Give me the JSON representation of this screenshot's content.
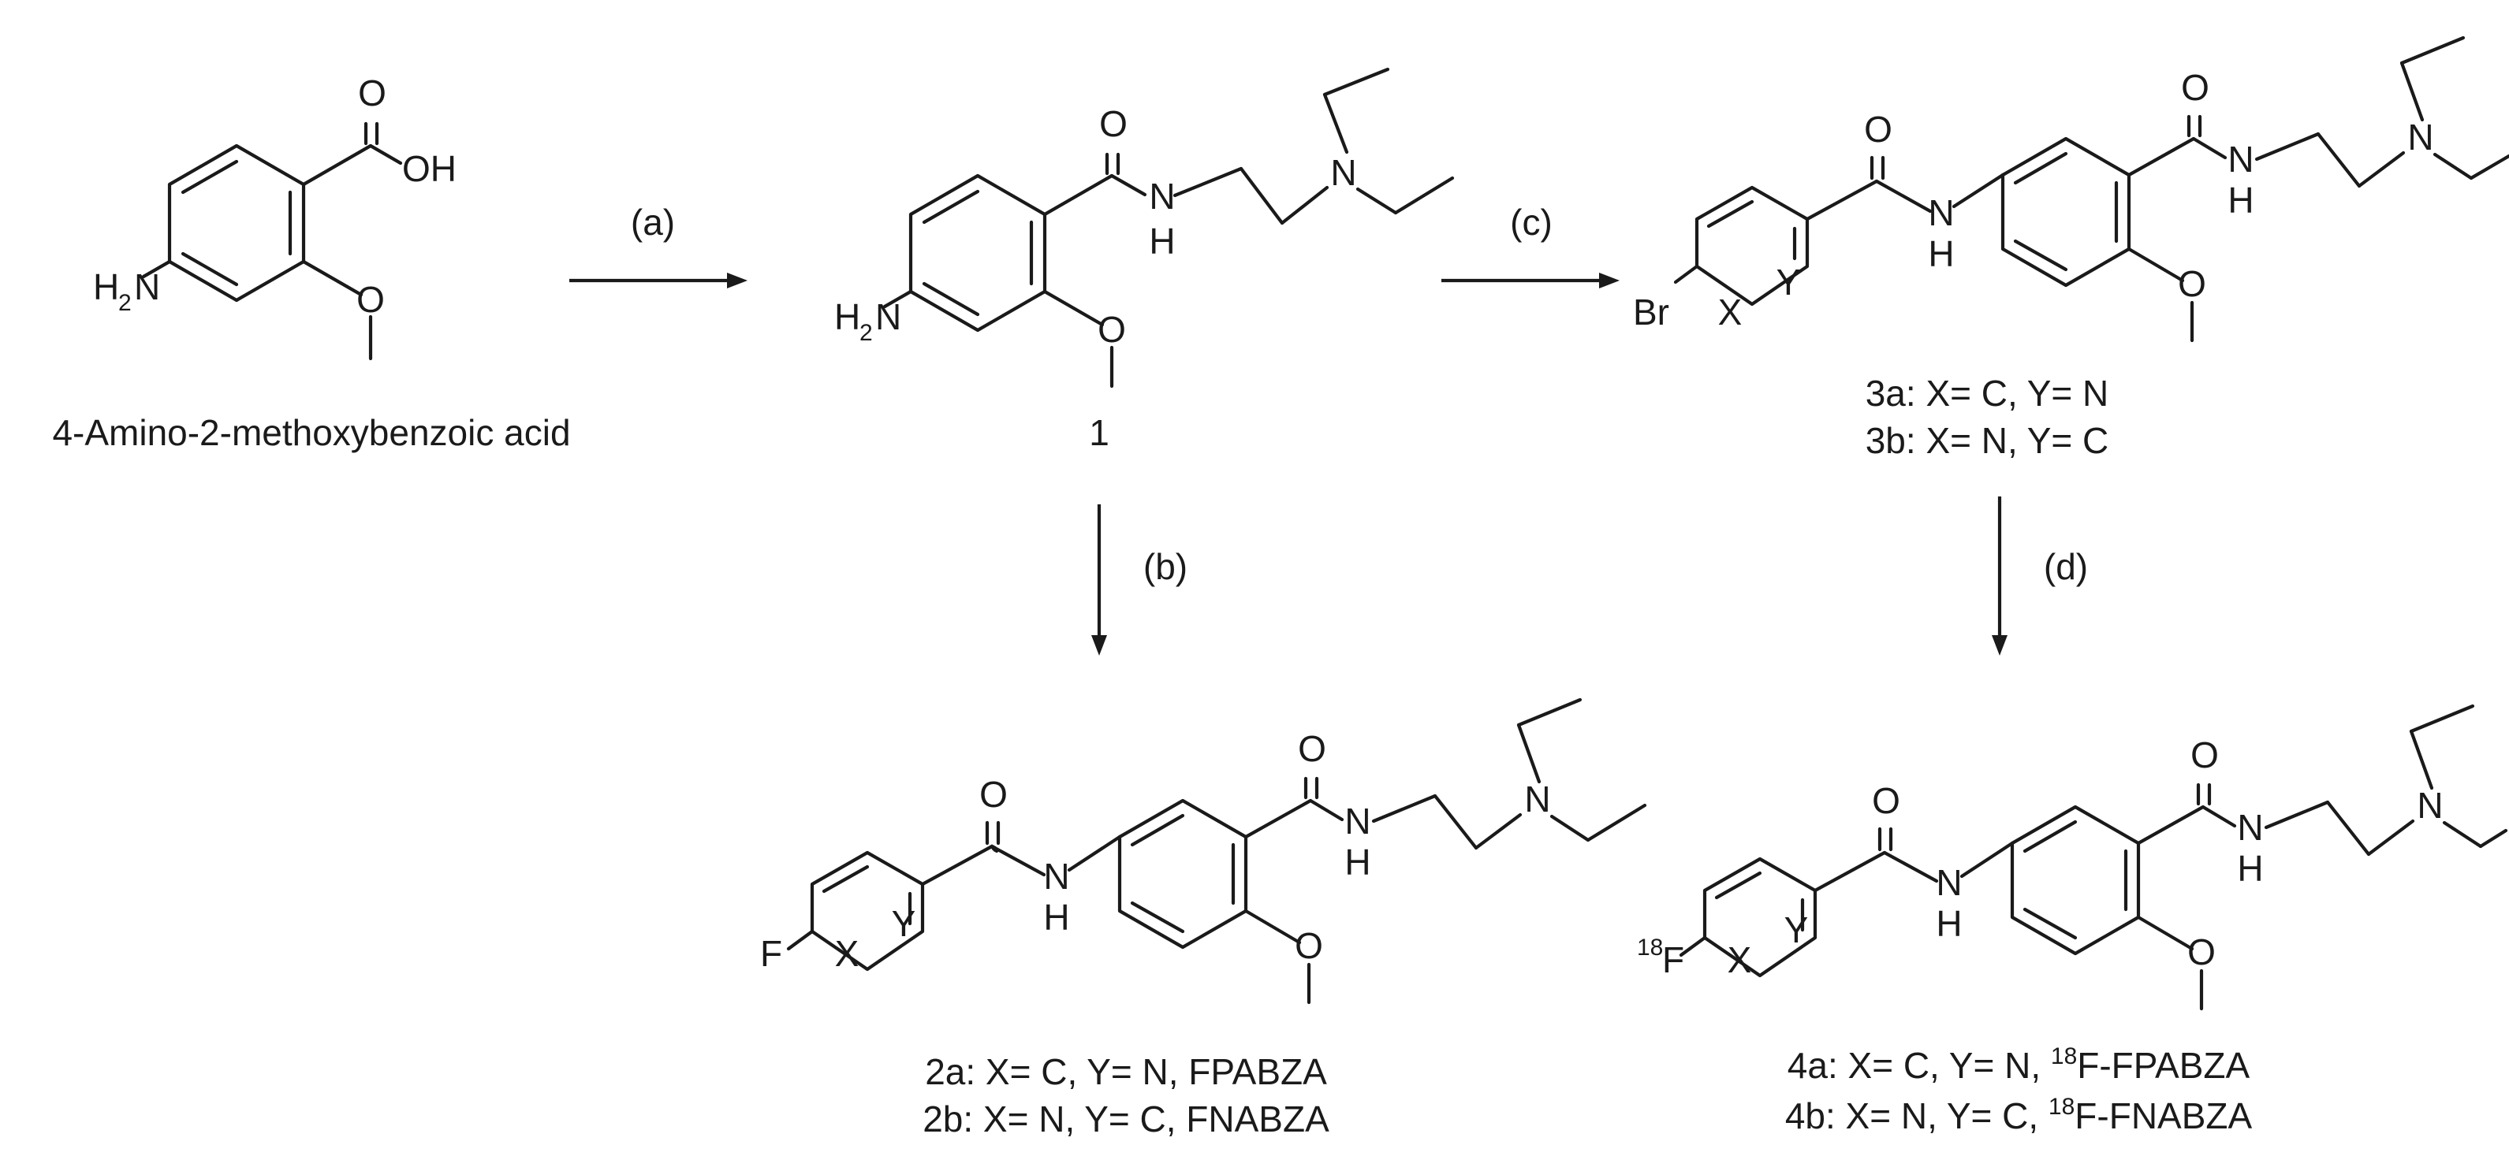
{
  "scheme": {
    "start_material": {
      "name": "4-Amino-2-methoxybenzoic acid",
      "atoms": {
        "oh": "OH",
        "o_carbonyl": "O",
        "o_methoxy": "O",
        "h2n_h": "H",
        "h2n_2": "2",
        "h2n_n": "N"
      }
    },
    "compound_1": {
      "number": "1",
      "atoms": {
        "o_carbonyl": "O",
        "nh_n": "N",
        "nh_h": "H",
        "n_amine": "N",
        "o_methoxy": "O",
        "h2n_h": "H",
        "h2n_2": "2",
        "h2n_n": "N"
      }
    },
    "compound_2": {
      "label_a": "2a: X= C, Y= N, FPABZA",
      "label_b": "2b: X= N, Y= C, FNABZA",
      "atoms": {
        "halogen": "F",
        "x": "X",
        "y": "Y",
        "o_amide1": "O",
        "nh1_n": "N",
        "nh1_h": "H",
        "o_carbonyl": "O",
        "nh2_n": "N",
        "nh2_h": "H",
        "n_amine": "N",
        "o_methoxy": "O"
      }
    },
    "compound_3": {
      "label_a": "3a: X= C, Y= N",
      "label_b": "3b: X= N, Y= C",
      "atoms": {
        "halogen": "Br",
        "x": "X",
        "y": "Y",
        "o_amide1": "O",
        "nh1_n": "N",
        "nh1_h": "H",
        "o_carbonyl": "O",
        "nh2_n": "N",
        "nh2_h": "H",
        "n_amine": "N",
        "o_methoxy": "O"
      }
    },
    "compound_4": {
      "label_a_pre": "4a: X= C, Y= N, ",
      "label_a_sup": "18",
      "label_a_post": "F-FPABZA",
      "label_b_pre": "4b: X= N, Y= C, ",
      "label_b_sup": "18",
      "label_b_post": "F-FNABZA",
      "atoms": {
        "halogen_sup": "18",
        "halogen": "F",
        "x": "X",
        "y": "Y",
        "o_amide1": "O",
        "nh1_n": "N",
        "nh1_h": "H",
        "o_carbonyl": "O",
        "nh2_n": "N",
        "nh2_h": "H",
        "n_amine": "N",
        "o_methoxy": "O"
      }
    },
    "steps": {
      "a": "(a)",
      "b": "(b)",
      "c": "(c)",
      "d": "(d)"
    }
  }
}
